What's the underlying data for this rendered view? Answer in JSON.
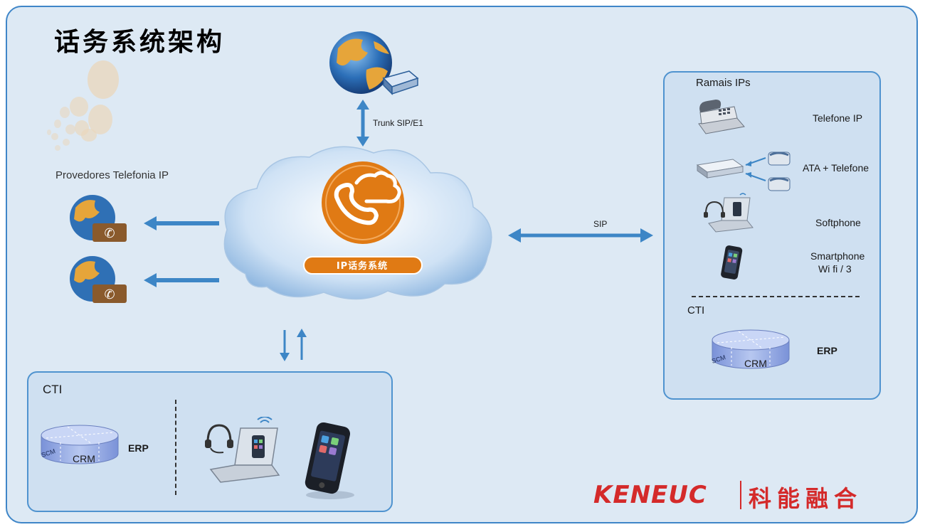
{
  "title": "话务系统架构",
  "trunk_label": "Trunk SIP/E1",
  "providers_label": "Provedores Telefonia IP",
  "cloud_label": "IP话务系统",
  "sip_label": "SIP",
  "right_panel": {
    "header": "Ramais IPs",
    "items": [
      "Telefone IP",
      "ATA + Telefone",
      "Softphone"
    ],
    "smartphone_line1": "Smartphone",
    "smartphone_line2": "Wi fi / 3",
    "cti_label": "CTI",
    "crm_label": "CRM",
    "scm_label": "SCM",
    "erp_label": "ERP"
  },
  "bottom_panel": {
    "cti_label": "CTI",
    "crm_label": "CRM",
    "scm_label": "SCM",
    "erp_label": "ERP"
  },
  "brand": {
    "name": "KENEUC",
    "chinese": "科能融合",
    "color": "#d42a2a"
  },
  "colors": {
    "arrow": "#3d86c6",
    "orange": "#e07a14",
    "border": "#3f86c8"
  }
}
